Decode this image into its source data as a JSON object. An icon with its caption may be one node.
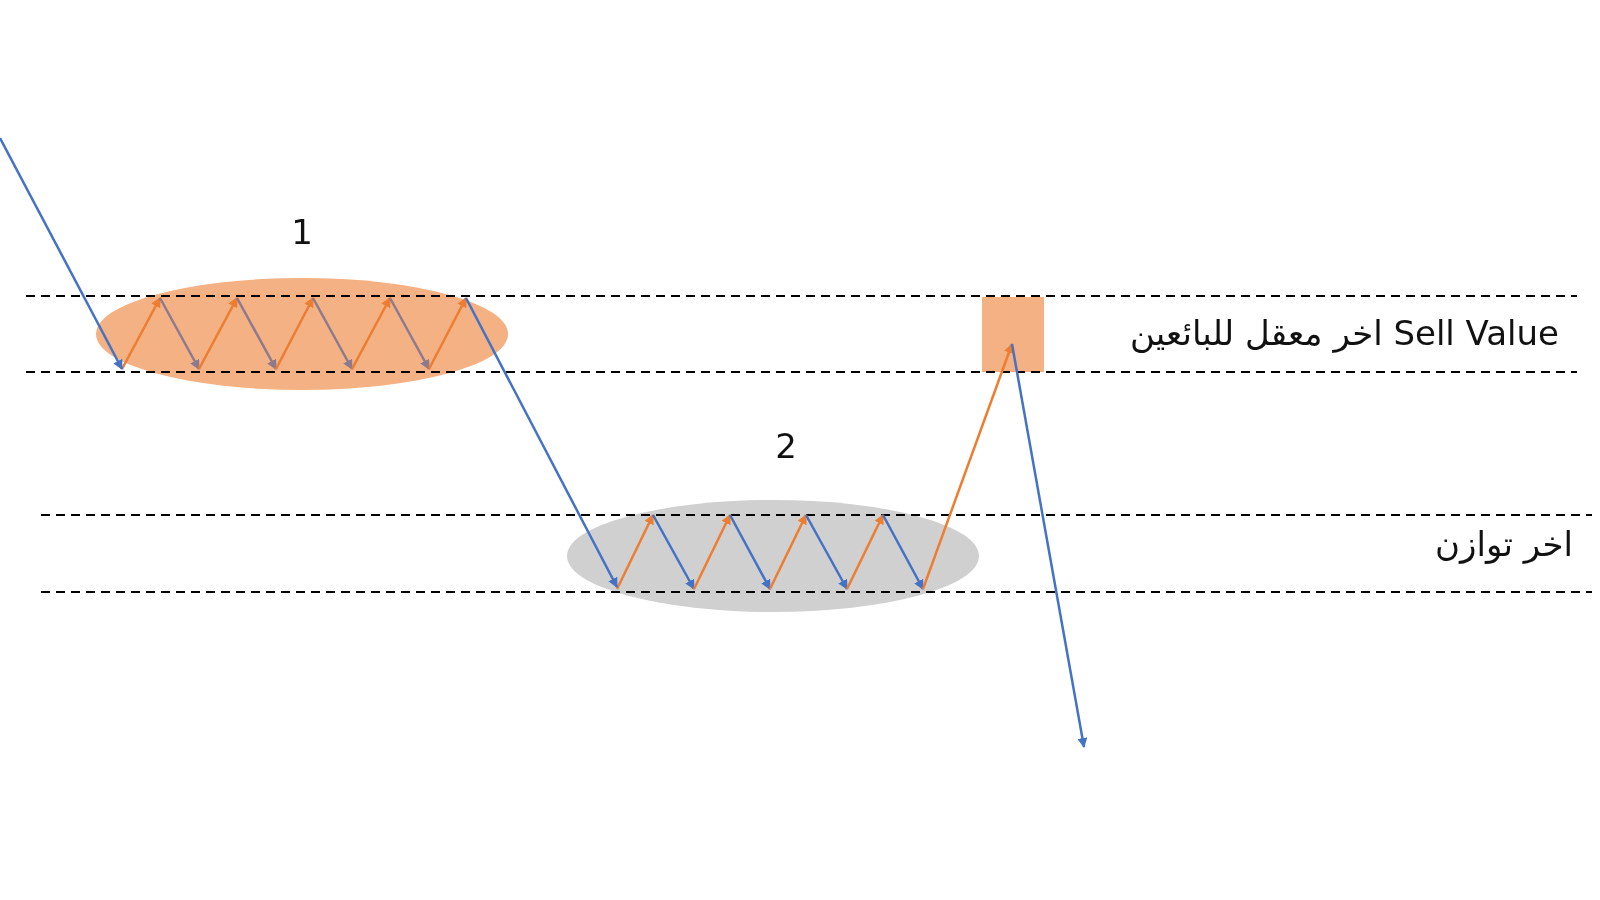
{
  "diagram": {
    "nodes": [
      {
        "text": [
          "1"
        ]
      },
      {
        "text": [
          "2"
        ]
      },
      {
        "text": [],
        "shape": "box"
      }
    ],
    "edges": [
      {
        "from": null,
        "to": 0,
        "arrow": "to"
      },
      {
        "from": 0,
        "to": 1,
        "arrow": "to"
      },
      {
        "from": 1,
        "to": 2,
        "arrow": "to",
        "color": "#ed7d31"
      },
      {
        "from": 2,
        "to": null,
        "arrow": "to"
      }
    ],
    "labels": [
      "Sell Value اخر معقل للبائعين",
      "اخر توازن"
    ]
  }
}
